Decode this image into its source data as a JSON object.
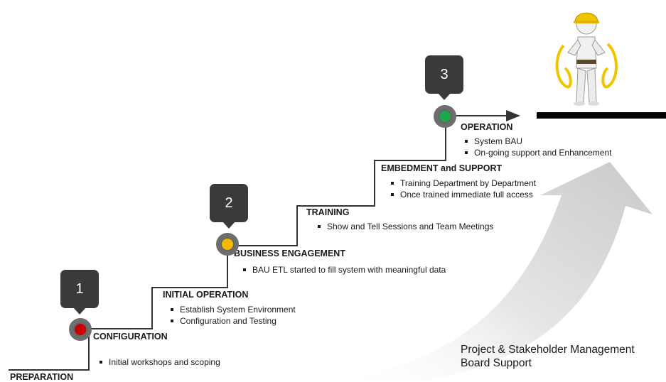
{
  "stages": [
    {
      "name": "PREPARATION"
    },
    {
      "name": "CONFIGURATION",
      "items": [
        "Initial workshops and scoping"
      ]
    },
    {
      "name": "INITIAL OPERATION",
      "items": [
        "Establish System Environment",
        "Configuration and Testing"
      ]
    },
    {
      "name": "BUSINESS ENGAGEMENT",
      "items": [
        "BAU ETL started to fill system with meaningful data"
      ]
    },
    {
      "name": "TRAINING",
      "items": [
        "Show and Tell Sessions and Team Meetings"
      ]
    },
    {
      "name": "EMBEDMENT and SUPPORT",
      "items": [
        "Training Department by Department",
        "Once trained immediate full access"
      ]
    },
    {
      "name": "OPERATION",
      "items": [
        "System BAU",
        "On-going support and Enhancement"
      ]
    }
  ],
  "milestones": [
    {
      "number": "1",
      "color": "#cc0000"
    },
    {
      "number": "2",
      "color": "#f5b800"
    },
    {
      "number": "3",
      "color": "#1fa64a"
    }
  ],
  "footer": {
    "line1": "Project & Stakeholder Management",
    "line2": "Board Support"
  },
  "figure": {
    "icon": "worker-with-cable-icon",
    "helmet_color": "#f2c400"
  }
}
